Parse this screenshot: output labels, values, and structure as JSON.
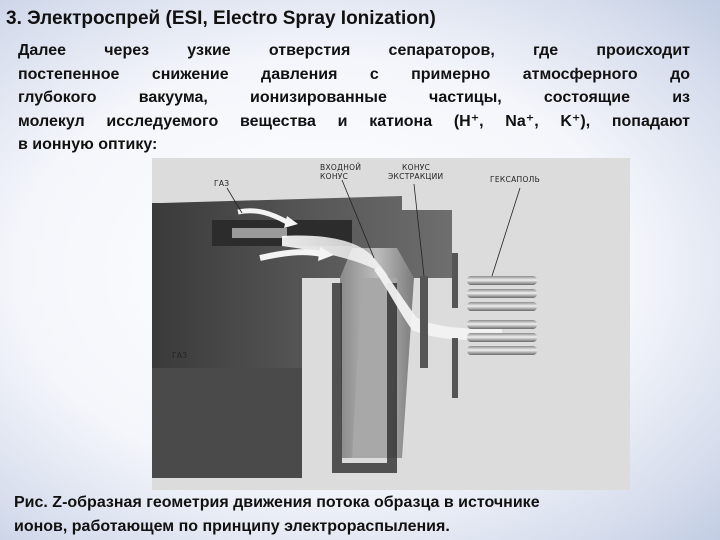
{
  "slide": {
    "title": "3. Электроспрей (ESI, Electro Spray Ionization)",
    "body_lines": [
      "Далее через узкие отверстия сепараторов, где происходит",
      "постепенное снижение давления с примерно атмосферного до",
      "глубокого вакуума, ионизированные частицы, состоящие из",
      "молекул исследуемого вещества и катиона (H⁺, Na⁺, K⁺), попадают",
      "в ионную оптику:"
    ],
    "caption_lines": [
      "Рис. Z-образная геометрия движения потока образца в источнике",
      "ионов, работающем по принципу электрораспыления."
    ]
  },
  "figure": {
    "labels": {
      "gas_top": "ГАЗ",
      "gas_bottom": "ГАЗ",
      "inlet_cone_1": "ВХОДНОЙ",
      "inlet_cone_2": "КОНУС",
      "extraction_cone_1": "КОНУС",
      "extraction_cone_2": "ЭКСТРАКЦИИ",
      "hexapole": "ГЕКСАПОЛЬ"
    }
  }
}
